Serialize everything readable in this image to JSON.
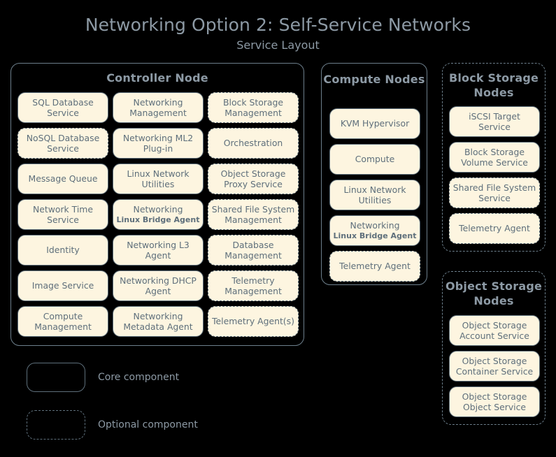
{
  "header": {
    "title": "Networking Option 2: Self-Service Networks",
    "subtitle": "Service Layout"
  },
  "colors": {
    "background": "#000000",
    "title_text": "#8d9aa5",
    "box_fill": "#fdf5e0",
    "box_border": "#5e6f7b",
    "box_text": "#5e6f7b",
    "group_border": "#6d7f8c"
  },
  "groups": [
    {
      "id": "controller",
      "title": "Controller Node",
      "optional": false,
      "layout": "grid-3col",
      "services": [
        {
          "label": "SQL Database Service",
          "optional": false
        },
        {
          "label": "Networking Management",
          "optional": false
        },
        {
          "label": "Block Storage Management",
          "optional": true
        },
        {
          "label": "NoSQL Database Service",
          "optional": true
        },
        {
          "label": "Networking ML2 Plug-in",
          "optional": false
        },
        {
          "label": "Orchestration",
          "optional": true
        },
        {
          "label": "Message Queue",
          "optional": false
        },
        {
          "label": "Linux Network Utilities",
          "optional": false
        },
        {
          "label": "Object Storage Proxy Service",
          "optional": true
        },
        {
          "label": "Network Time Service",
          "optional": false
        },
        {
          "label": "Networking",
          "sub": "Linux Bridge Agent",
          "optional": false
        },
        {
          "label": "Shared File System Management",
          "optional": true
        },
        {
          "label": "Identity",
          "optional": false
        },
        {
          "label": "Networking L3 Agent",
          "optional": false
        },
        {
          "label": "Database Management",
          "optional": true
        },
        {
          "label": "Image Service",
          "optional": false
        },
        {
          "label": "Networking DHCP Agent",
          "optional": false
        },
        {
          "label": "Telemetry Management",
          "optional": true
        },
        {
          "label": "Compute Management",
          "optional": false
        },
        {
          "label": "Networking Metadata Agent",
          "optional": false
        },
        {
          "label": "Telemetry Agent(s)",
          "optional": true
        }
      ]
    },
    {
      "id": "compute",
      "title": "Compute Nodes",
      "optional": false,
      "layout": "column",
      "services": [
        {
          "label": "KVM Hypervisor",
          "optional": false
        },
        {
          "label": "Compute",
          "optional": false
        },
        {
          "label": "Linux Network Utilities",
          "optional": false
        },
        {
          "label": "Networking",
          "sub": "Linux Bridge Agent",
          "optional": false
        },
        {
          "label": "Telemetry Agent",
          "optional": true
        }
      ]
    },
    {
      "id": "block-storage",
      "title": "Block Storage Nodes",
      "optional": true,
      "layout": "column",
      "services": [
        {
          "label": "iSCSI Target Service",
          "optional": false
        },
        {
          "label": "Block Storage Volume Service",
          "optional": false
        },
        {
          "label": "Shared File System Service",
          "optional": true
        },
        {
          "label": "Telemetry Agent",
          "optional": true
        }
      ]
    },
    {
      "id": "object-storage",
      "title": "Object Storage Nodes",
      "optional": true,
      "layout": "column",
      "services": [
        {
          "label": "Object Storage Account Service",
          "optional": false
        },
        {
          "label": "Object Storage Container Service",
          "optional": false
        },
        {
          "label": "Object Storage Object Service",
          "optional": false
        }
      ]
    }
  ],
  "legend": [
    {
      "label": "Core component",
      "style": "solid"
    },
    {
      "label": "Optional component",
      "style": "dashed"
    }
  ]
}
